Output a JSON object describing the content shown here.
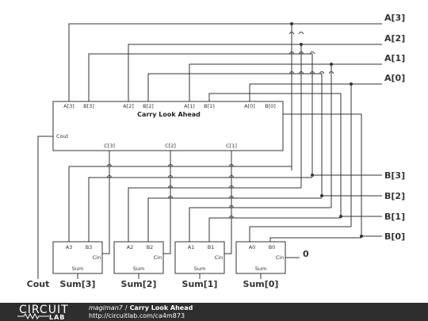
{
  "inputs_a": [
    "A[3]",
    "A[2]",
    "A[1]",
    "A[0]"
  ],
  "inputs_b": [
    "B[3]",
    "B[2]",
    "B[1]",
    "B[0]"
  ],
  "outputs": {
    "cout": "Cout",
    "sums": [
      "Sum[3]",
      "Sum[2]",
      "Sum[1]",
      "Sum[0]"
    ]
  },
  "carry_in_constant": "0",
  "cla": {
    "title": "Carry Look Ahead",
    "pins_top": [
      "A[3]",
      "B[3]",
      "A[2]",
      "B[2]",
      "A[1]",
      "B[1]",
      "A[0]",
      "B[0]"
    ],
    "pin_cout": "Cout",
    "pins_bottom": [
      "C[3]",
      "C[2]",
      "C[1]"
    ]
  },
  "adders": [
    {
      "a": "A3",
      "b": "B3",
      "cin": "Cin",
      "sum": "Sum"
    },
    {
      "a": "A2",
      "b": "B2",
      "cin": "Cin",
      "sum": "Sum"
    },
    {
      "a": "A1",
      "b": "B1",
      "cin": "Cin",
      "sum": "Sum"
    },
    {
      "a": "A0",
      "b": "B0",
      "cin": "Cin",
      "sum": "Sum"
    }
  ],
  "footer": {
    "logo_top": "CIRCUIT",
    "logo_bottom": "LAB",
    "author": "magiman7",
    "separator": "/",
    "circuit_title": "Carry Look Ahead",
    "url": "http://circuitlab.com/ca4m873"
  }
}
